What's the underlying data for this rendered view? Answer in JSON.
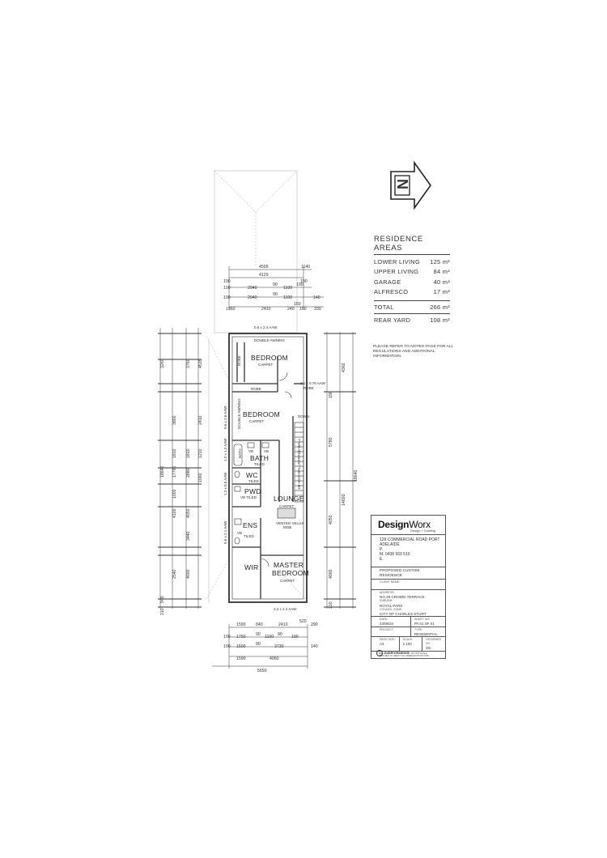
{
  "areas": {
    "title": "RESIDENCE AREAS",
    "rows": [
      {
        "label": "LOWER LIVING",
        "value": "125 m²"
      },
      {
        "label": "UPPER LIVING",
        "value": "84 m²"
      },
      {
        "label": "GARAGE",
        "value": "40 m²"
      },
      {
        "label": "ALFRESCO",
        "value": "17 m²"
      }
    ],
    "total": {
      "label": "TOTAL",
      "value": "266 m²"
    },
    "rear": {
      "label": "REAR YARD",
      "value": "108 m²"
    }
  },
  "note": "PLEASE REFER TO NOTES PAGE FOR ALL REGULATIONS AND ADDITIONAL INFORMATION.",
  "compass": {
    "letter": "N"
  },
  "rooms": {
    "bed1": "BEDROOM",
    "bed1_floor": "CARPET",
    "bed2": "BEDROOM",
    "bed2_floor": "CARPET",
    "bath": "BATH",
    "bath_floor": "TILED",
    "wc": "WC",
    "wc_floor": "TILED",
    "pwd": "PWD",
    "pwd_floor": "VB TILED",
    "ens": "ENS",
    "ens_floor": "TILED",
    "lounge": "LOUNGE",
    "lounge_floor": "CARPET",
    "wir": "WIR",
    "master1": "MASTER",
    "master2": "BEDROOM",
    "master_floor": "CARPET",
    "robe": "ROBE",
    "robe2": "ROBE",
    "down": "DOWN",
    "double_awning": "DOUBLE AWNING",
    "double_awning2": "DOUBLE AWNING",
    "velux": "VENTED VELUX",
    "velux2": "MOB",
    "balustrade": "1M HIGH BALUSTRADE WALL",
    "vb": "VB",
    "bath_lbl": "BATH"
  },
  "windows": {
    "w_top": "0.6 x 2.4 AAW",
    "w_stair": "2.1 x 0.76 AAW",
    "w_bottom": "2.4 x 2.4 AAW",
    "w_side1": "0.6 x 2.6 AAW",
    "w_side2": "1.2 x 1.2 AAW",
    "w_side3": "1.2 x 0.6 AAW",
    "w_side4": "0.6 x 2.1 AAW"
  },
  "dims": {
    "top": [
      "4509",
      "1140",
      "190",
      "4129",
      "190",
      "190",
      "2940",
      "90",
      "1100",
      "190",
      "190",
      "2940",
      "90",
      "1100",
      "140",
      "1360",
      "2410",
      "240",
      "160",
      "330",
      "150"
    ],
    "bottom": [
      "1590",
      "840",
      "2410",
      "520",
      "290",
      "190",
      "1750",
      "90",
      "1100",
      "90",
      "190",
      "190",
      "1500",
      "90",
      "3730",
      "140",
      "1590",
      "4060",
      "5650"
    ],
    "left": [
      "18640",
      "17790",
      "3260",
      "3760",
      "4535",
      "3800",
      "2410",
      "1810",
      "1210",
      "1810",
      "2880",
      "1060",
      "1000",
      "4050",
      "4100",
      "3440",
      "2540",
      "4000",
      "210",
      "940"
    ],
    "right": [
      "4360",
      "5780",
      "18640",
      "14600",
      "4050",
      "4000",
      "210",
      "190"
    ]
  },
  "titleblock": {
    "brand_a": "Design",
    "brand_b": "Worx",
    "tagline": "Design + Drafting",
    "address": [
      "129 COMMERCIAL ROAD PORT",
      "ADELAIDE",
      "P.",
      "M. 0438 569 510",
      "E."
    ],
    "project": [
      "PROPOSED CUSTOM",
      "RESIDENCE"
    ],
    "client_label": "CLIENT NAME:",
    "address_label": "ADDRESS:",
    "address_value": "NO.28 CROWN TERRACE",
    "suburb_label": "SUBURB:",
    "suburb_value": "ROYAL PARK",
    "council_label": "COUNCIL ZONE:",
    "council_value": "CITY OF CHARLES STURT",
    "date_label": "DATE:",
    "date_value": "23/09/24",
    "sheet_label": "SHEET NO:",
    "sheet_value": "PA 01 OF 01",
    "project_label": "PROJECT:",
    "type_label": "TYPE:",
    "type_value": "RESIDENTIAL",
    "page_label": "PAGE SIZE:",
    "page_value": "A3",
    "scale_label": "SCALE:",
    "scale_value": "1:100",
    "designed_label": "DESIGNED BY:",
    "designed_value": "DC",
    "fine1": "ALL DIMENSIONS ARE IN MM. DO NOT SCALE",
    "fine2": "BUILDER TO VERIFY ALL DIMENSIONS ON SITE",
    "copyright": "COPYRIGHT"
  }
}
